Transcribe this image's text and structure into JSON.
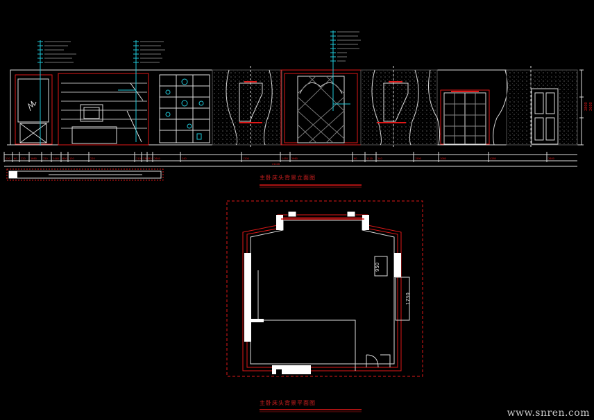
{
  "elevation": {
    "title": "主卧床头背景立面图",
    "dimensions": [
      "230",
      "60",
      "220",
      "1660",
      "220",
      "2440",
      "600",
      "130",
      "220",
      "2100",
      "2360",
      "320",
      "2640",
      "240",
      "1200",
      "1450",
      "2660",
      "60",
      "1120",
      "240",
      "1590",
      "1060",
      "4280",
      "2600"
    ],
    "total_dimension": "21416"
  },
  "plan": {
    "title": "主卧床头背景平面图",
    "dim_950": "950",
    "dim_1730": "1730"
  },
  "watermark": "www.snren.com",
  "colors": {
    "background": "#000000",
    "red": "#e01818",
    "cyan": "#20c8d8",
    "white": "#e8e8e8"
  }
}
